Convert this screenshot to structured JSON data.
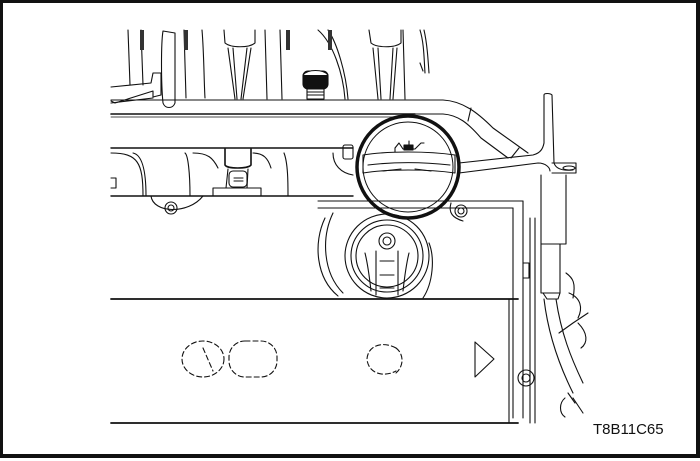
{
  "figure": {
    "code": "T8B11C65",
    "subject": "engine-top-view-oil-filler-cap",
    "highlighted_component": "oil-filler-cap",
    "cap_symbol": "oil-can-icon",
    "colors": {
      "line": "#111111",
      "background": "#ffffff",
      "border": "#111111"
    }
  }
}
